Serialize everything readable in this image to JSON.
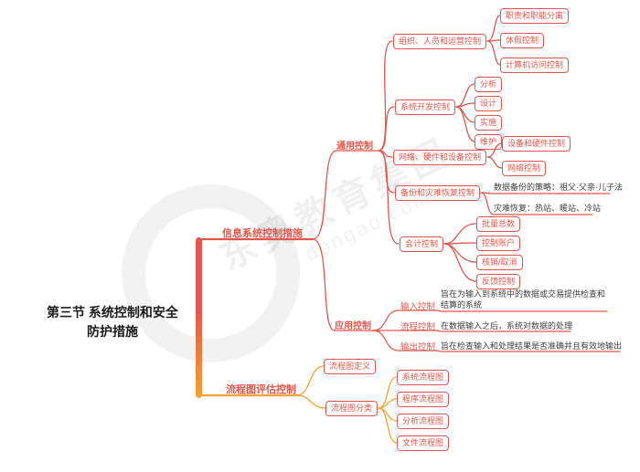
{
  "root": {
    "line1": "第三节 系统控制和安全",
    "line2": "防护措施"
  },
  "watermark": {
    "brand": "东奥教育集团",
    "domain": "dongao.com"
  },
  "branch1": {
    "label": "信息系统控制措施"
  },
  "branch2": {
    "label": "流程图评估控制"
  },
  "general": {
    "label": "通用控制"
  },
  "application": {
    "label": "应用控制"
  },
  "org": {
    "label": "组织、人员和运营控制",
    "children": [
      "职责和职能分离",
      "休假控制",
      "计算机访问控制"
    ]
  },
  "dev": {
    "label": "系统开发控制",
    "children": [
      "分析",
      "设计",
      "实施",
      "维护"
    ]
  },
  "network": {
    "label": "网络、硬件和设备控制",
    "children": [
      "设备和硬件控制",
      "网络控制"
    ]
  },
  "backup": {
    "label": "备份和灾难恢复控制",
    "children": [
      "数据备份的策略：祖父·父亲·儿子法",
      "灾难恢复：热站、暖站、冷站"
    ]
  },
  "accounting": {
    "label": "会计控制",
    "children": [
      "批量总数",
      "控制账户",
      "核销/取消",
      "反馈控制"
    ]
  },
  "input": {
    "label": "输入控制",
    "desc": "旨在为输入到系统中的数据或交易提供检查和结算的系统"
  },
  "process": {
    "label": "流程控制",
    "desc": "在数据输入之后，系统对数据的处理"
  },
  "output": {
    "label": "输出控制",
    "desc": "旨在检查输入和处理结果是否准确并且有效地输出"
  },
  "flowdef": {
    "label": "流程图定义"
  },
  "flowcls": {
    "label": "流程图分类",
    "children": [
      "系统流程图",
      "程序流程图",
      "分析流程图",
      "文件流程图"
    ]
  }
}
